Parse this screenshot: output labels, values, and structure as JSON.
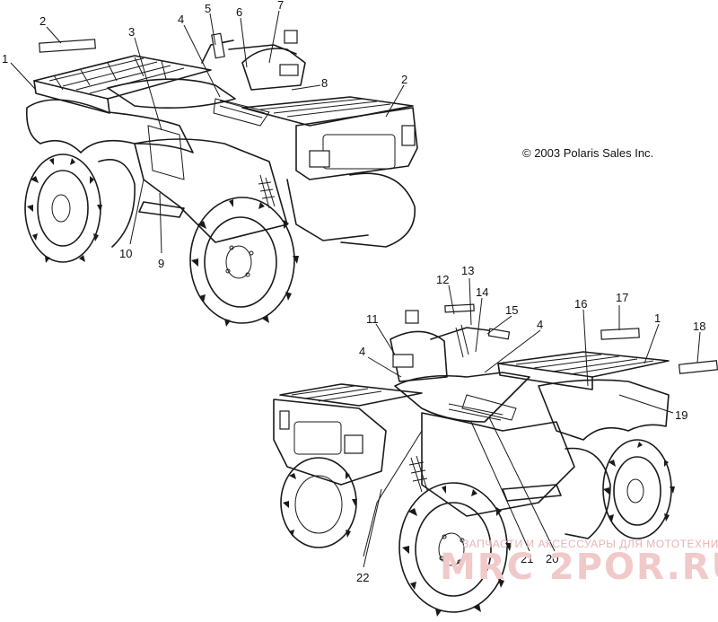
{
  "copyright": "© 2003 Polaris Sales Inc.",
  "watermark": {
    "line1": "ЗАПЧАСТИ И АКСЕССУАРЫ ДЛЯ МОТОТЕХНИКИ",
    "line2": "MRC 2POR.RU"
  },
  "callouts": {
    "c1a": "1",
    "c2a": "2",
    "c3": "3",
    "c4a": "4",
    "c5": "5",
    "c6": "6",
    "c7": "7",
    "c8": "8",
    "c2b": "2",
    "c10": "10",
    "c9": "9",
    "c12": "12",
    "c13": "13",
    "c14": "14",
    "c15": "15",
    "c11": "11",
    "c4b": "4",
    "c4c": "4",
    "c16": "16",
    "c17": "17",
    "c1b": "1",
    "c18": "18",
    "c19": "19",
    "c21": "21",
    "c20": "20",
    "c22": "22"
  },
  "icons": [
    "atv-rear-view-drawing",
    "atv-front-view-drawing",
    "decal-strip"
  ]
}
